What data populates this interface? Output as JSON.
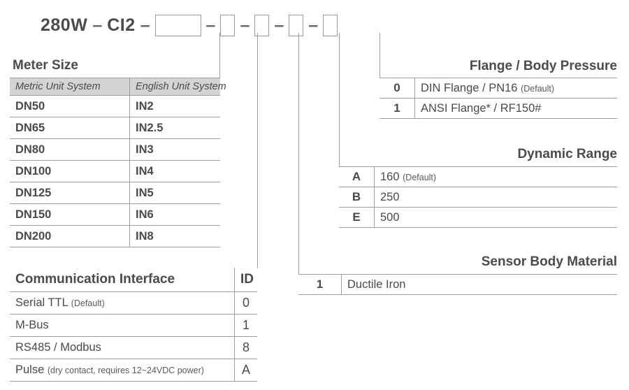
{
  "header": {
    "prefix": "280W",
    "series": "CI2",
    "separator": "–",
    "slots": [
      {
        "name": "meter-size-slot",
        "width": "wide"
      },
      {
        "name": "communication-interface-slot",
        "width": "narrow"
      },
      {
        "name": "sensor-body-material-slot",
        "width": "narrow"
      },
      {
        "name": "dynamic-range-slot",
        "width": "narrow"
      },
      {
        "name": "flange-body-pressure-slot",
        "width": "narrow"
      }
    ]
  },
  "meter_size": {
    "title": "Meter Size",
    "columns": [
      "Metric Unit System",
      "English Unit System"
    ],
    "rows": [
      {
        "metric": "DN50",
        "english": "IN2"
      },
      {
        "metric": "DN65",
        "english": "IN2.5"
      },
      {
        "metric": "DN80",
        "english": "IN3"
      },
      {
        "metric": "DN100",
        "english": "IN4"
      },
      {
        "metric": "DN125",
        "english": "IN5"
      },
      {
        "metric": "DN150",
        "english": "IN6"
      },
      {
        "metric": "DN200",
        "english": "IN8"
      }
    ]
  },
  "communication_interface": {
    "title": "Communication Interface",
    "id_header": "ID",
    "rows": [
      {
        "label": "Serial TTL",
        "note": "(Default)",
        "id": "0"
      },
      {
        "label": "M-Bus",
        "note": "",
        "id": "1"
      },
      {
        "label": "RS485 / Modbus",
        "note": "",
        "id": "8"
      },
      {
        "label": "Pulse",
        "note": "(dry contact, requires 12~24VDC power)",
        "id": "A"
      }
    ]
  },
  "flange_body_pressure": {
    "title": "Flange / Body Pressure",
    "rows": [
      {
        "code": "0",
        "label": "DIN Flange / PN16",
        "note": "(Default)"
      },
      {
        "code": "1",
        "label": "ANSI Flange* / RF150#",
        "note": ""
      }
    ]
  },
  "dynamic_range": {
    "title": "Dynamic Range",
    "rows": [
      {
        "code": "A",
        "label": "160",
        "note": "(Default)"
      },
      {
        "code": "B",
        "label": "250",
        "note": ""
      },
      {
        "code": "E",
        "label": "500",
        "note": ""
      }
    ]
  },
  "sensor_body_material": {
    "title": "Sensor Body Material",
    "rows": [
      {
        "code": "1",
        "label": "Ductile Iron",
        "note": ""
      }
    ]
  },
  "colors": {
    "rule": "#9e9e9e",
    "text": "#4a4a4a",
    "header_fill": "#d4d4d4"
  }
}
